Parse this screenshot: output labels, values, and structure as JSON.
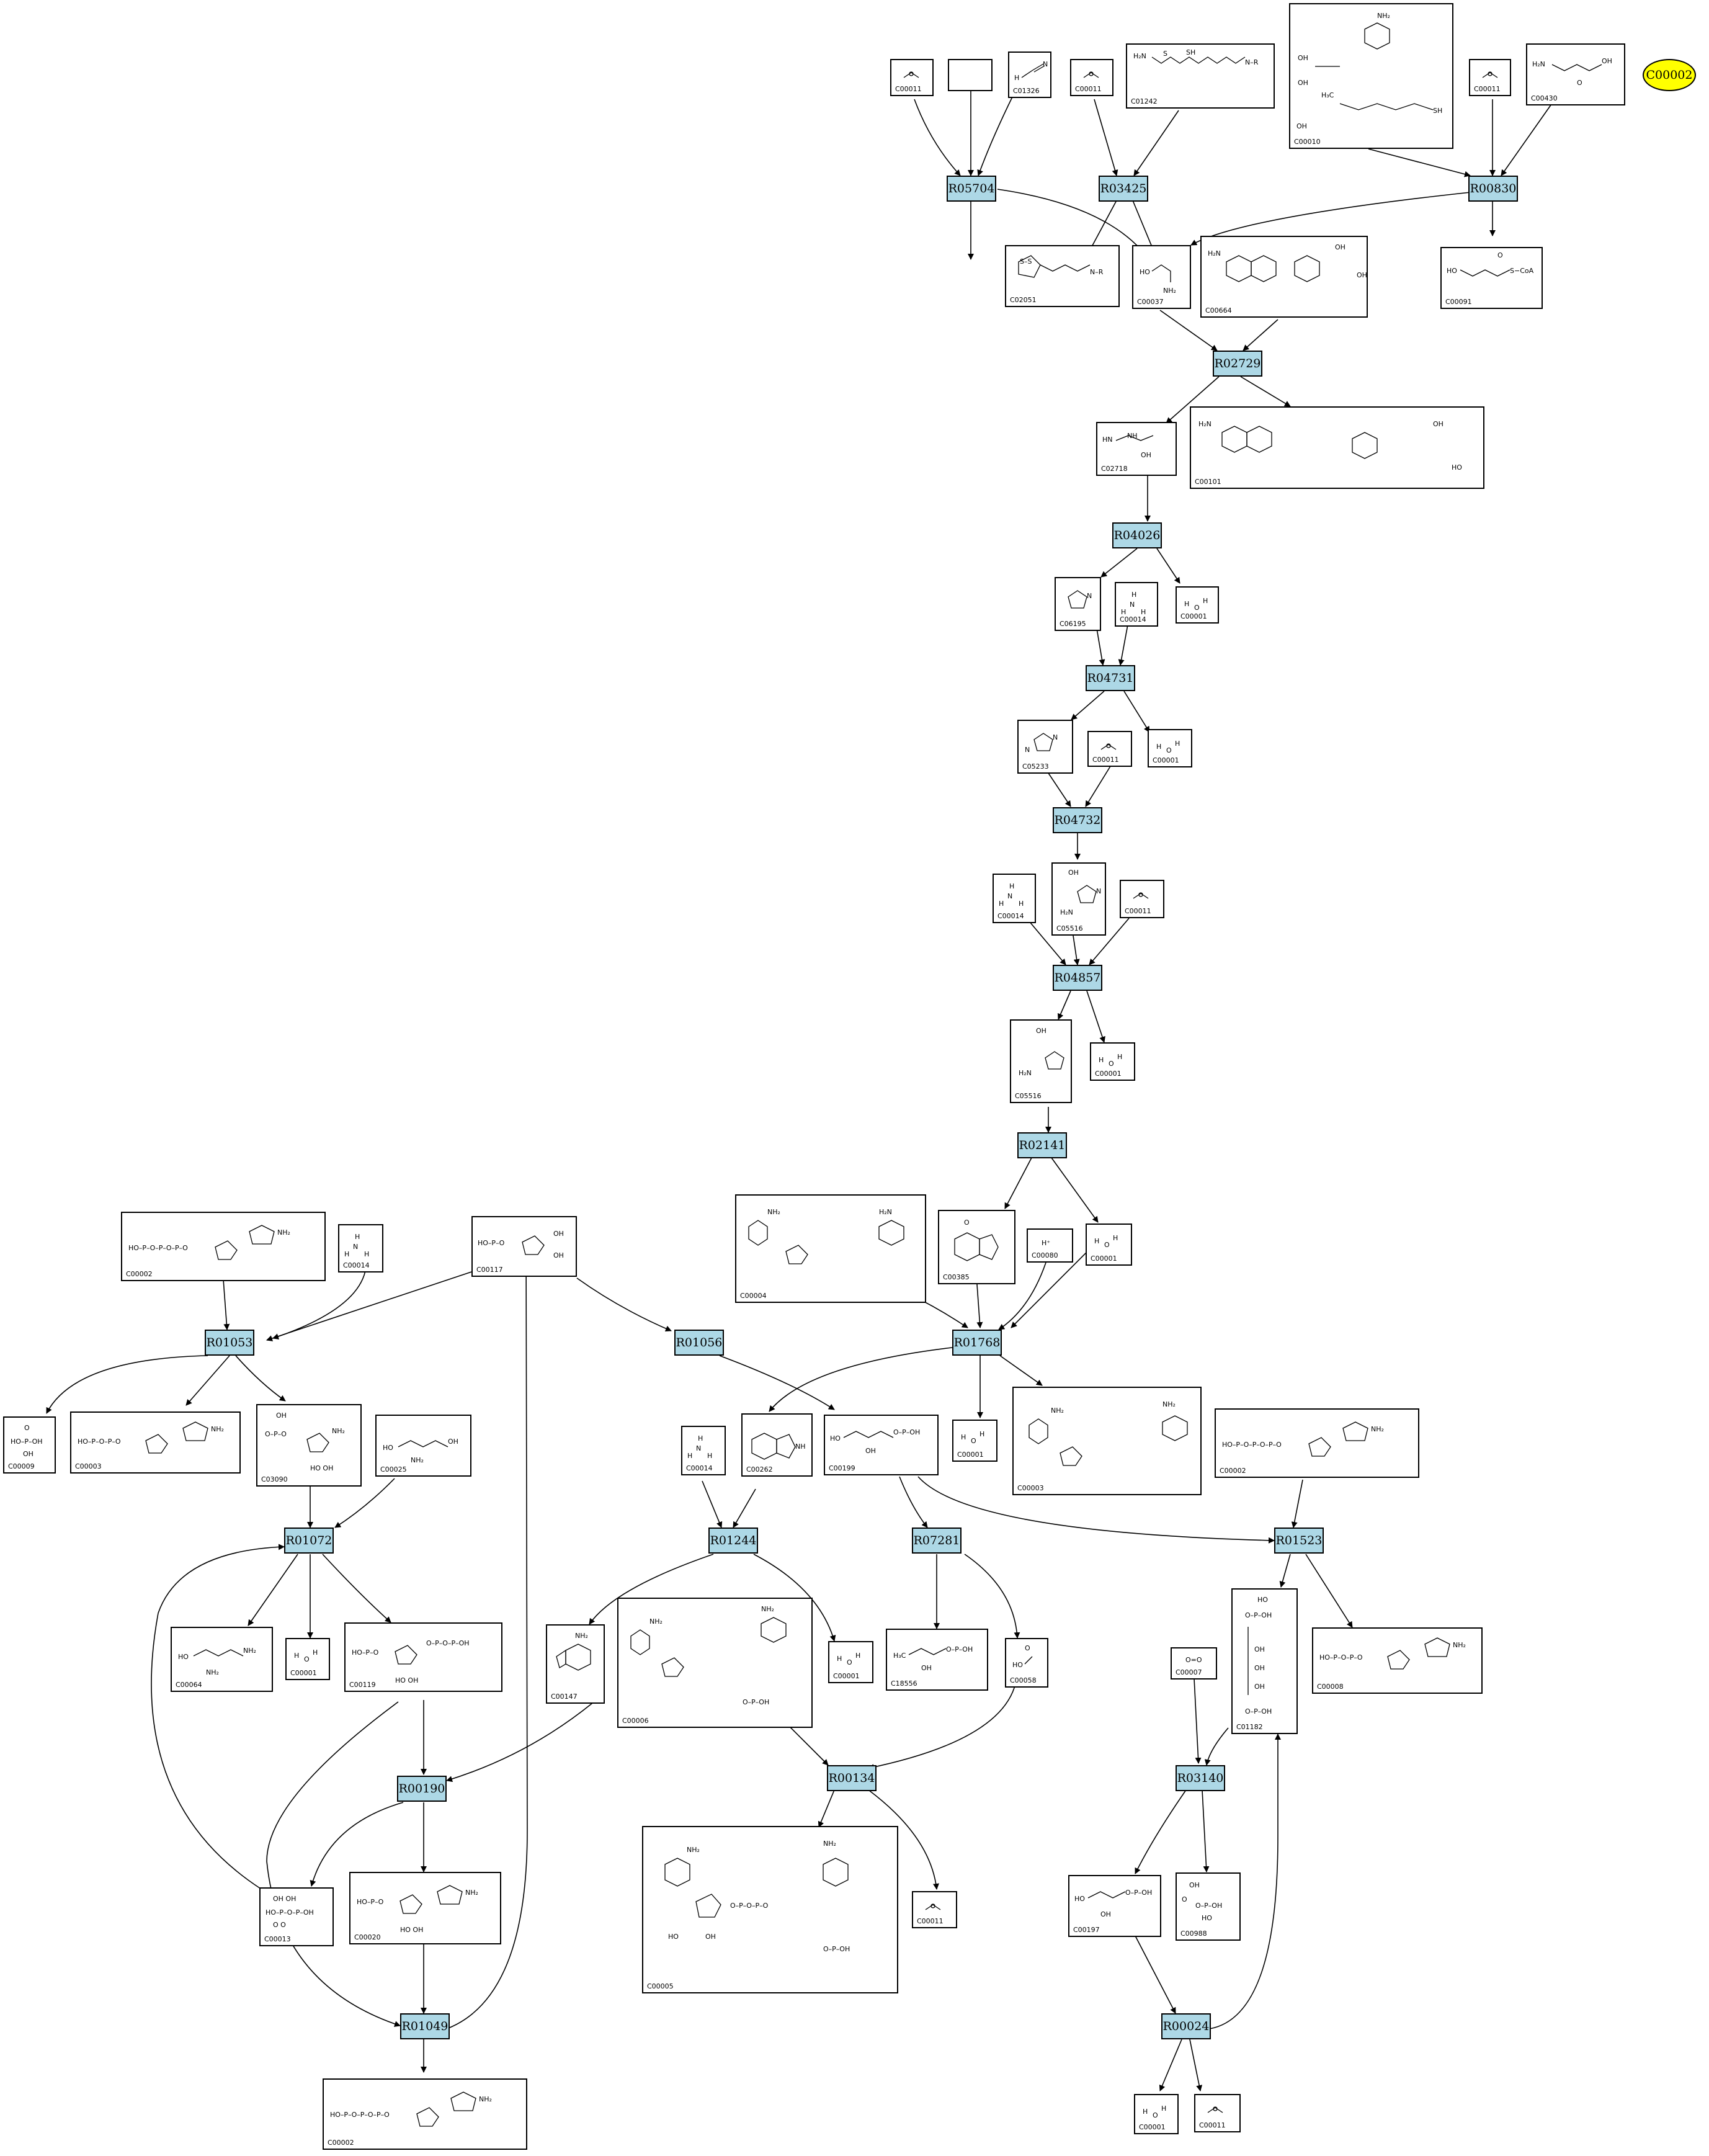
{
  "reactions": [
    "R05704",
    "R03425",
    "R00830",
    "R02729",
    "R04026",
    "R04731",
    "R04732",
    "R04857",
    "R02141",
    "R01053",
    "R01056",
    "R01768",
    "R01072",
    "R01244",
    "R07281",
    "R01523",
    "R00190",
    "R00134",
    "R03140",
    "R01049",
    "R00024"
  ],
  "highlight": {
    "label": "C00002",
    "color": "#ffff00"
  },
  "compound_labels": {
    "c1": "C00011",
    "c3": "C01326",
    "c4": "C00011",
    "c5": "C01242",
    "c6": "C00010",
    "c7": "C00011",
    "c8": "C00430",
    "c9": "C02051",
    "c10": "C00037",
    "c11": "C00664",
    "c12": "C00091",
    "c13": "C02718",
    "c14": "C00101",
    "c15": "C06195",
    "c16": "C00014",
    "c17": "C00001",
    "c18": "C05233",
    "c19": "C00011",
    "c20": "C00001",
    "c21": "C00014",
    "c22": "C05516",
    "c23": "C00011",
    "c24": "C05516",
    "c25": "C00001",
    "c26": "C00002",
    "c27": "C00014",
    "c28": "C00117",
    "c29": "C00004",
    "c30": "C00385",
    "c31": "C00080",
    "c32": "C00001",
    "c33": "C00009",
    "c34": "C00003",
    "c35": "C03090",
    "c36": "C00025",
    "c37": "C00014",
    "c38": "C00262",
    "c39": "C00199",
    "c40": "C00001",
    "c41": "C00003",
    "c42": "C00002",
    "c43": "C00064",
    "c44": "C00001",
    "c45": "C00119",
    "c46": "C00147",
    "c47": "C00006",
    "c48": "C00001",
    "c49": "C18556",
    "c50": "C00058",
    "c51": "C01182",
    "c52": "C00008",
    "c53": "C00007",
    "c54": "C00013",
    "c55": "C00020",
    "c56": "C00005",
    "c57": "C00011",
    "c58": "C00197",
    "c59": "C00988",
    "c60": "C00002",
    "c61": "C00001",
    "c62": "C00011"
  },
  "formula_text": {
    "h_plus": "H⁺",
    "o2": "O=O",
    "water": "H₂O",
    "ammonia": "NH₃",
    "co2": "O=C=O",
    "hcn": "H−C≡N",
    "formate": "HCOOH",
    "coa": "S−CoA"
  }
}
